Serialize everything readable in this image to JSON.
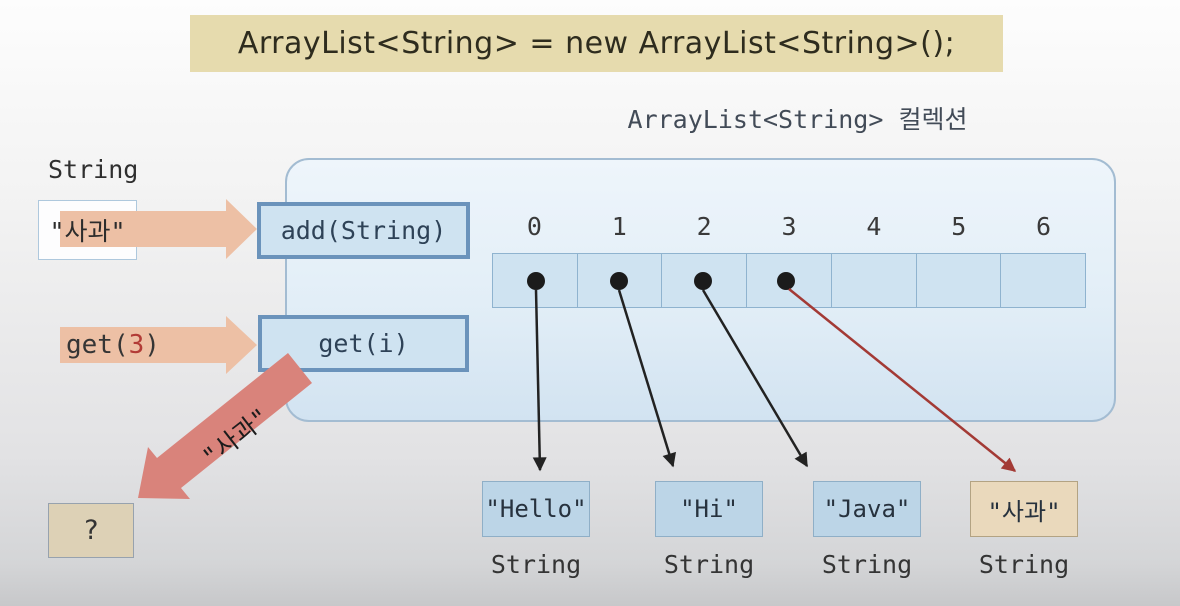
{
  "statement": "ArrayList<String> = new ArrayList<String>();",
  "collection": {
    "label": "ArrayList<String> 컬렉션",
    "indices": [
      "0",
      "1",
      "2",
      "3",
      "4",
      "5",
      "6"
    ],
    "red_index": "3",
    "filled_slots": 4,
    "total_slots": 7
  },
  "methods": {
    "add": "add(String)",
    "get": "get(i)"
  },
  "input": {
    "type_label": "String",
    "value": "\"사과\""
  },
  "get_call": {
    "prefix": "get(",
    "arg": "3",
    "suffix": ")"
  },
  "return_arrow": {
    "value": "\"사과\""
  },
  "result_box": {
    "value": "?"
  },
  "objects": [
    {
      "value": "\"Hello\"",
      "type": "String"
    },
    {
      "value": "\"Hi\"",
      "type": "String"
    },
    {
      "value": "\"Java\"",
      "type": "String"
    },
    {
      "value": "\"사과\"",
      "type": "String"
    }
  ],
  "colors": {
    "title_bg": "#e6dbae",
    "container_border": "#a3bcd2",
    "method_box_fill": "#cfe3f1",
    "method_box_border": "#6b93bb",
    "salmon_arrow": "#edc0a5",
    "thick_red_arrow": "#d9837b",
    "red_pointer_line": "#a33a35",
    "red_index_text": "#b23b36",
    "blue_object_fill": "#bcd5e7",
    "tan_object_fill": "#ead9bc"
  }
}
